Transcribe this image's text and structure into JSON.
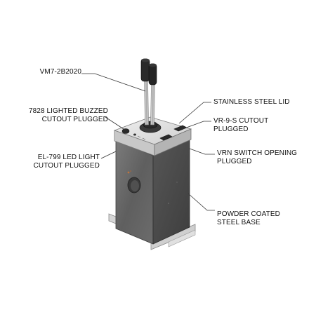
{
  "labels": {
    "vm7": "VM7-2B2020",
    "lighted_buzzer_1": "7828 LIGHTED BUZZED",
    "lighted_buzzer_2": "CUTOUT PLUGGED",
    "led_light_1": "EL-799 LED LIGHT",
    "led_light_2": "CUTOUT PLUGGED",
    "lid": "STAINLESS STEEL LID",
    "vr9s_1": "VR-9-S CUTOUT",
    "vr9s_2": "PLUGGED",
    "vrn_1": "VRN SWITCH OPENING",
    "vrn_2": "PLUGGED",
    "base_1": "POWDER COATED",
    "base_2": "STEEL BASE"
  },
  "colors": {
    "leader": "#333333",
    "lid_top": "#e3e3e3",
    "lid_edge": "#bdbdbd",
    "body_front": "#6a6a6a",
    "body_side": "#4c4c4c",
    "base_plate": "#d9d9d9",
    "handle": "#2a2a2a",
    "shaft": "#b8b8b8"
  }
}
